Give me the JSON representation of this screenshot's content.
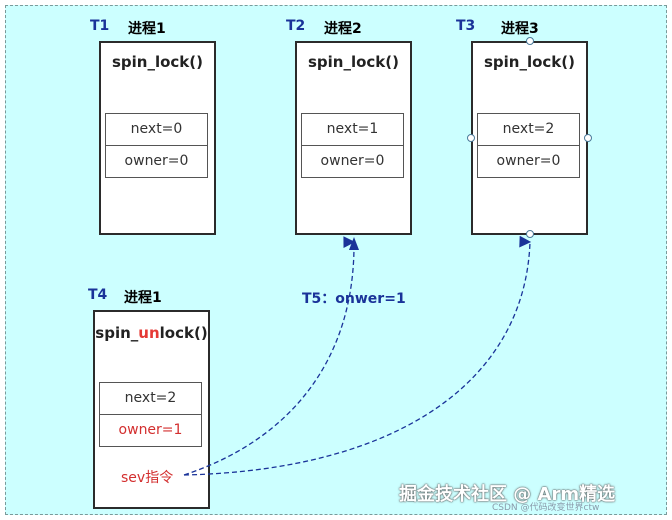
{
  "processes": [
    {
      "time_label": "T1",
      "process_label": "进程1",
      "function_main": "spin_lock()",
      "next": "next=0",
      "owner": "owner=0"
    },
    {
      "time_label": "T2",
      "process_label": "进程2",
      "function_main": "spin_lock()",
      "next": "next=1",
      "owner": "owner=0"
    },
    {
      "time_label": "T3",
      "process_label": "进程3",
      "function_main": "spin_lock()",
      "next": "next=2",
      "owner": "owner=0"
    }
  ],
  "unlock": {
    "time_label": "T4",
    "process_label": "进程1",
    "function_prefix": "spin_",
    "function_highlight": "un",
    "function_suffix": "lock()",
    "next": "next=2",
    "owner": "owner=1",
    "instruction": "sev指令"
  },
  "transition_label": "T5：onwer=1",
  "watermark": {
    "text": "掘金技术社区 @ Arm精选",
    "subtext": "CSDN @代码改变世界ctw"
  },
  "colors": {
    "background": "#ccffff",
    "time_label": "#1a3399",
    "highlight": "#e53935",
    "arrow": "#1a3399"
  }
}
